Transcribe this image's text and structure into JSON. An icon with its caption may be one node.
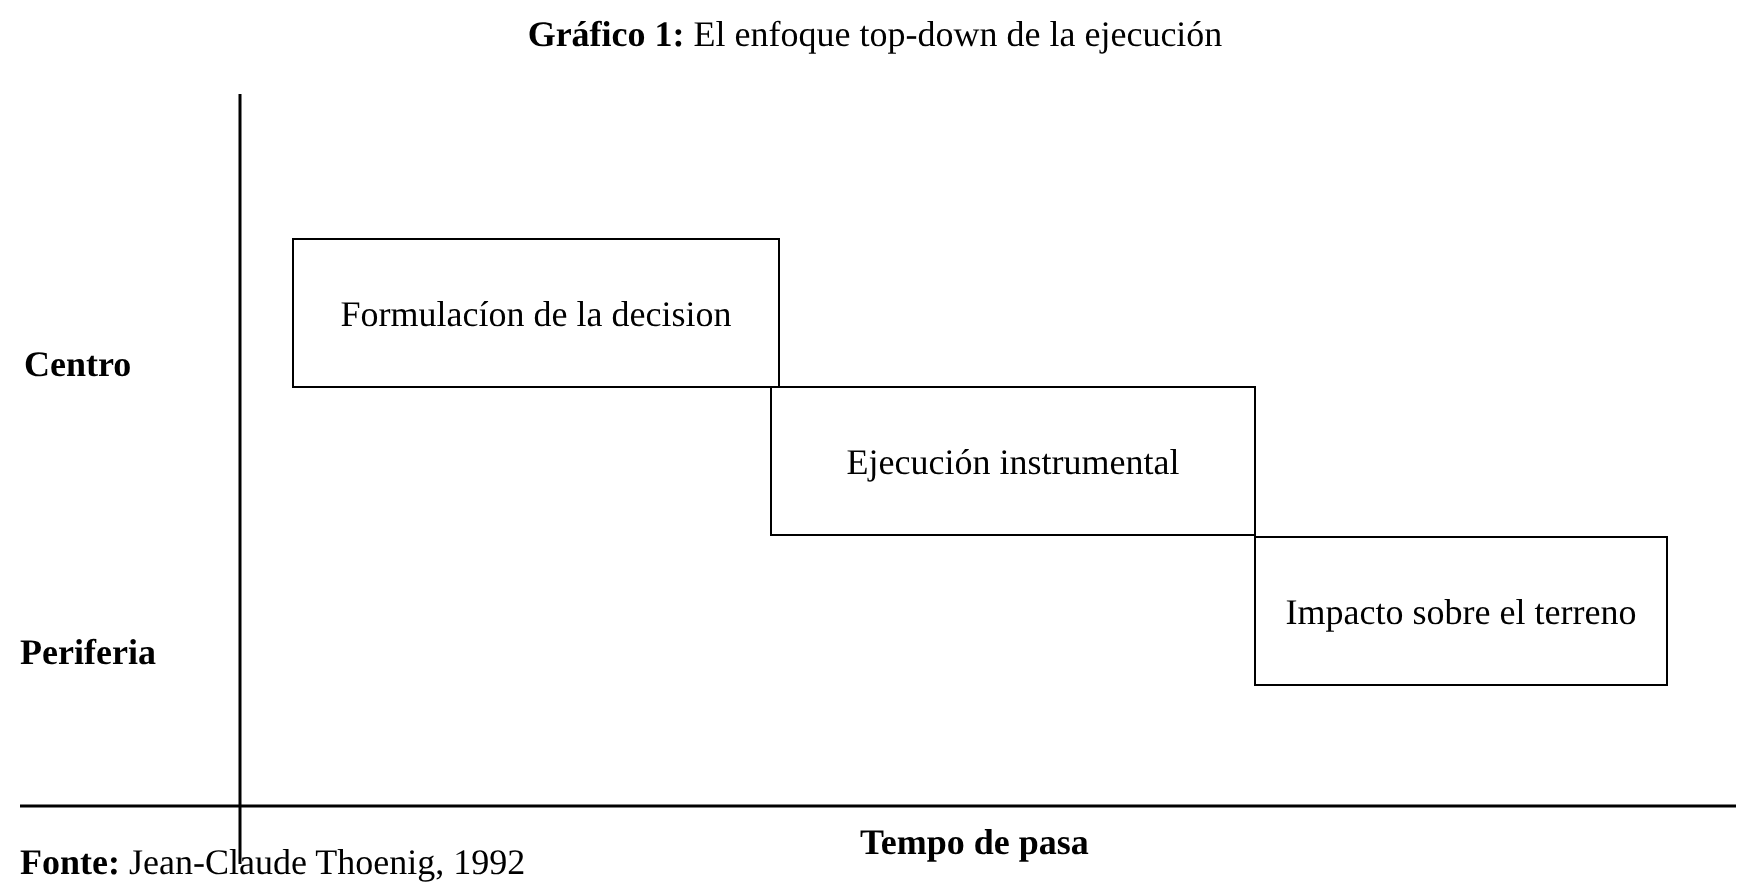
{
  "diagram": {
    "title": "**Gráfico 1:** El enfoque top-down de la ejecución",
    "caption": "**Fonte:** Jean-Claude Thoenig, 1992",
    "nodes": [
      {
        "text": [
          "Formulacíon de la decision"
        ]
      },
      {
        "text": [
          "Ejecución instrumental"
        ]
      },
      {
        "text": [
          "Impacto sobre el terreno"
        ]
      }
    ],
    "labels": [
      "Centro",
      "Periferia",
      "Tempo de pasa"
    ]
  }
}
